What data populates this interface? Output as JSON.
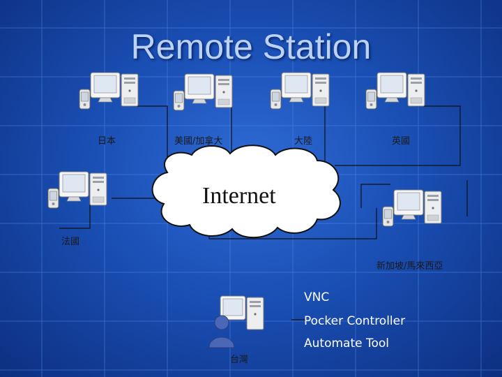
{
  "slide": {
    "title": "Remote Station"
  },
  "network": {
    "cloud_label": "Internet"
  },
  "stations": [
    {
      "label": "日本"
    },
    {
      "label": "美國/加拿大"
    },
    {
      "label": "大陸"
    },
    {
      "label": "英國"
    },
    {
      "label": "法國"
    },
    {
      "label": "新加坡/馬來西亞"
    },
    {
      "label": "台灣"
    }
  ],
  "legend": {
    "items": [
      "VNC",
      "Pocker Controller",
      "Automate Tool"
    ]
  },
  "colors": {
    "background": "#1a4fb4",
    "title": "#bcd2f4",
    "cloud_fill": "#ffffff",
    "monitor_screen": "#dfe8f2"
  }
}
